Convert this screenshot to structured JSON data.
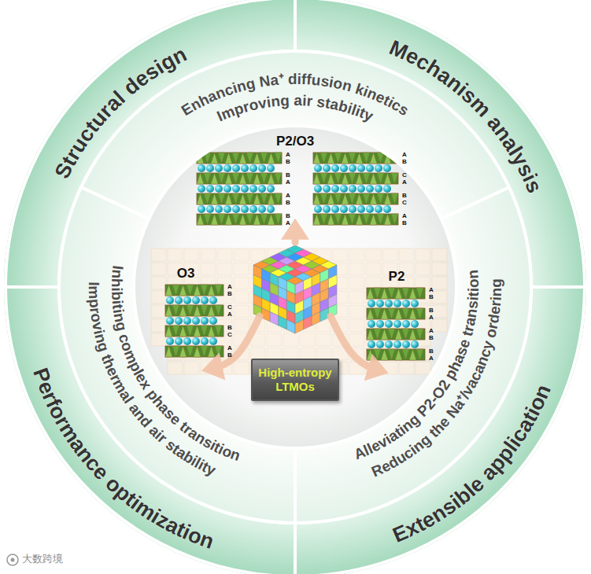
{
  "diagram": {
    "nodes": [
      {
        "text": [
          "Structural design"
        ]
      },
      {
        "text": [
          "Mechanism analysis"
        ]
      },
      {
        "text": [
          "Performance optimization"
        ]
      },
      {
        "text": [
          "Extensible application"
        ]
      },
      {
        "text": [
          "Enhancing Na⁺ diffusion kinetics",
          "Improving air stability"
        ]
      },
      {
        "text": [
          "Inhibiting complex phase transition",
          "Improving thermal and air stability"
        ]
      },
      {
        "text": [
          "Alleviating P2-O2 phase transition",
          "Reducing the Na⁺/vacancy ordering"
        ]
      },
      {
        "text": [
          "High-entropy LTMOs"
        ]
      }
    ],
    "labels": [
      "P2/O3",
      "A",
      "B",
      "B",
      "A",
      "A",
      "B",
      "B",
      "A",
      "A",
      "B",
      "C",
      "A",
      "B",
      "C",
      "A",
      "B",
      "O3",
      "A",
      "B",
      "C",
      "A",
      "B",
      "C",
      "A",
      "B",
      "P2",
      "A",
      "B",
      "B",
      "A",
      "A",
      "B",
      "B",
      "A",
      "大数跨境"
    ]
  }
}
